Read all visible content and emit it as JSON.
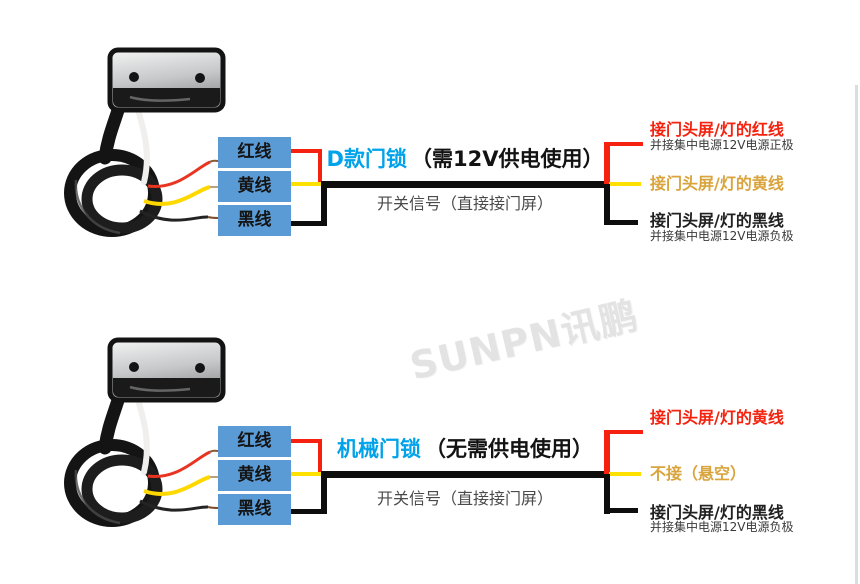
{
  "watermark": "SUNPN讯鹏",
  "palette": {
    "tag_box_blue": "#5B9BD5",
    "title_blue": "#00A2E9",
    "wire_red": "#F4220E",
    "wire_yellow": "#FFE100",
    "wire_black": "#0D0D0D",
    "gold_text": "#D9A43C"
  },
  "diagrams": [
    {
      "title_model": "D款门锁",
      "title_note": "（需12V供电使用）",
      "signal_label": "开关信号（直接接门屏）",
      "wire_tags": [
        "红线",
        "黄线",
        "黑线"
      ],
      "right_rows": [
        {
          "wire_color": "red",
          "label": "接门头屏/灯的红线",
          "sub": "并接集中电源12V电源正极"
        },
        {
          "wire_color": "yellow",
          "label": "接门头屏/灯的黄线"
        },
        {
          "wire_color": "black",
          "label": "接门头屏/灯的黑线",
          "sub": "并接集中电源12V电源负极"
        }
      ]
    },
    {
      "title_model": "机械门锁",
      "title_note": "（无需供电使用）",
      "signal_label": "开关信号（直接接门屏）",
      "wire_tags": [
        "红线",
        "黄线",
        "黑线"
      ],
      "right_rows": [
        {
          "wire_color": "red",
          "label": "接门头屏/灯的黄线"
        },
        {
          "wire_color": "yellow",
          "label": "不接（悬空）"
        },
        {
          "wire_color": "black",
          "label": "接门头屏/灯的黑线",
          "sub": "并接集中电源12V电源负极"
        }
      ]
    }
  ]
}
